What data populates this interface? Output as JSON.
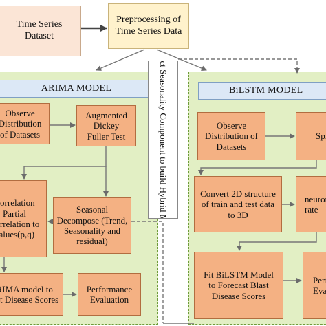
{
  "top": {
    "dataset_label": "Time Series Dataset",
    "preprocess_label": "Preprocessing of Time Series Data"
  },
  "side_label": "Extract Seasonality Component to build Hybrid Model",
  "arima": {
    "title": "ARIMA MODEL",
    "observe": "Observe Distribution of Datasets",
    "adf": "Augmented Dickey Fuller Test",
    "acf": "Correlation Partial Correlation to values(p,q)",
    "seasonal": "Seasonal Decompose (Trend, Seasonality and residual)",
    "fit": "ARIMA model to Blast Disease Scores",
    "perf": "Performance Evaluation"
  },
  "bilstm": {
    "title": "BiLSTM MODEL",
    "observe": "Observe Distribution of Datasets",
    "split": "Split",
    "convert": "Convert 2D structure of train and test data to 3D",
    "neuron": "neuron rate",
    "fit": "Fit BiLSTM Model to Forecast Blast Disease Scores",
    "perf": "Performance Evaluation"
  },
  "colors": {
    "panel_fill": "#e2efc4",
    "panel_border": "#6f9b3b",
    "step_fill": "#f4b183",
    "header_fill": "#dce8f6",
    "source_fill": "#fbe5d6",
    "preprocess_fill": "#fff2cc",
    "arrow": "#777777"
  }
}
